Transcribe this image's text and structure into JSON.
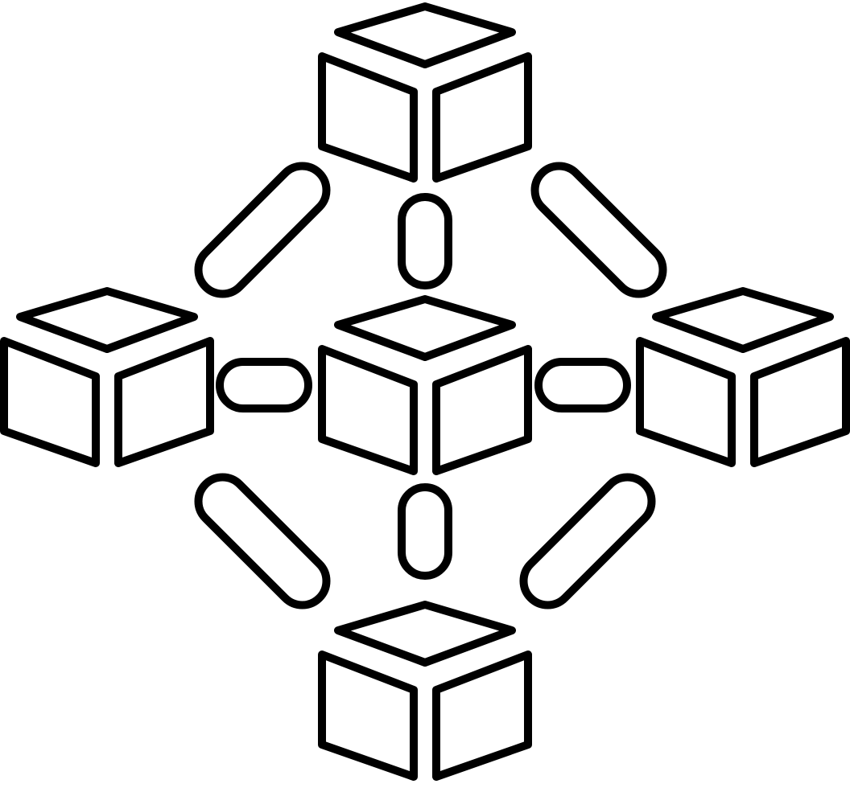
{
  "figure": {
    "icon_name": "blockchain-network-icon",
    "style": "outline",
    "stroke_color": "#000000",
    "fill_color": "#ffffff",
    "background": "#ffffff",
    "blocks": [
      {
        "name": "top"
      },
      {
        "name": "left"
      },
      {
        "name": "center"
      },
      {
        "name": "right"
      },
      {
        "name": "bottom"
      }
    ],
    "links": [
      {
        "name": "top-to-center"
      },
      {
        "name": "left-to-center"
      },
      {
        "name": "center-to-right"
      },
      {
        "name": "center-to-bottom"
      },
      {
        "name": "top-left-diagonal"
      },
      {
        "name": "top-right-diagonal"
      },
      {
        "name": "bottom-left-diagonal"
      },
      {
        "name": "bottom-right-diagonal"
      }
    ]
  }
}
